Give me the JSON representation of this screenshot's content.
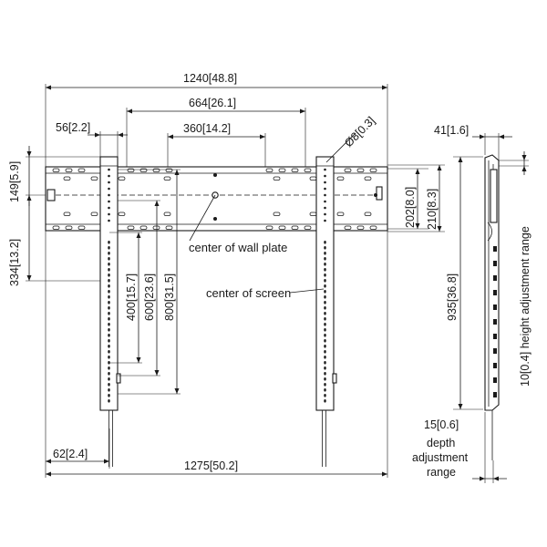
{
  "dimensions": {
    "overall_width": "1240[48.8]",
    "outer_hole_spacing": "664[26.1]",
    "inner_hole_spacing": "360[14.2]",
    "rail_width": "56[2.2]",
    "hole_diameter": "Ø8[0.3]",
    "depth_top": "41[1.6]",
    "plate_top_offset": "149[5.9]",
    "center_height": "334[13.2]",
    "plate_height_a": "202[8.0]",
    "plate_height_b": "210[8.3]",
    "vesa_400": "400[15.7]",
    "vesa_600": "600[23.6]",
    "vesa_800": "800[31.5]",
    "rail_length": "935[36.8]",
    "height_adjust": "10[0.4] height adjustment range",
    "rail_offset": "62[2.4]",
    "total_width": "1275[50.2]",
    "depth_adjust_value": "15[0.6]",
    "depth_adjust_label_1": "depth",
    "depth_adjust_label_2": "adjustment",
    "depth_adjust_label_3": "range"
  },
  "annotations": {
    "center_wall_plate": "center of wall plate",
    "center_screen": "center of screen"
  }
}
